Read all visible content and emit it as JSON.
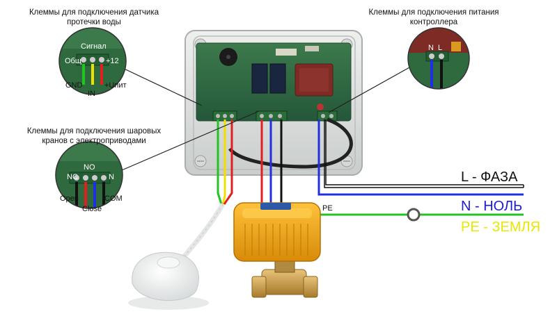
{
  "captions": {
    "sensor_terminals_line1": "Клеммы для подключения датчика",
    "sensor_terminals_line2": "протечки воды",
    "power_terminals_line1": "Клеммы для подключения питания",
    "power_terminals_line2": "контроллера",
    "valve_terminals_line1": "Клеммы для подключения шаровых",
    "valve_terminals_line2": "кранов с электроприводами"
  },
  "sensor_callout": {
    "signal": "Сигнал",
    "common": "Общ",
    "plus12": "+12",
    "gnd": "GND",
    "in": "IN",
    "upit": "+Uпит"
  },
  "power_callout": {
    "n": "N",
    "l": "L"
  },
  "valve_callout": {
    "nc": "NC",
    "no": "NO",
    "n": "N",
    "open": "Open",
    "close": "Close",
    "com": "COM"
  },
  "wiring": {
    "pe_tag": "PE"
  },
  "legend": {
    "phase": "L - ФАЗА",
    "neutral": "N - НОЛЬ",
    "earth": "PE - ЗЕМЛЯ"
  },
  "colors": {
    "phase": "#111111",
    "neutral": "#1a1adb",
    "earth": "#e8e800",
    "signal_green": "#22c422",
    "signal_yellow": "#f0e000",
    "signal_red": "#e02020",
    "blue_wire": "#2030e0",
    "pcb": "#2f6a3f",
    "valve_body": "#f0a818",
    "brass": "#c9a050"
  }
}
